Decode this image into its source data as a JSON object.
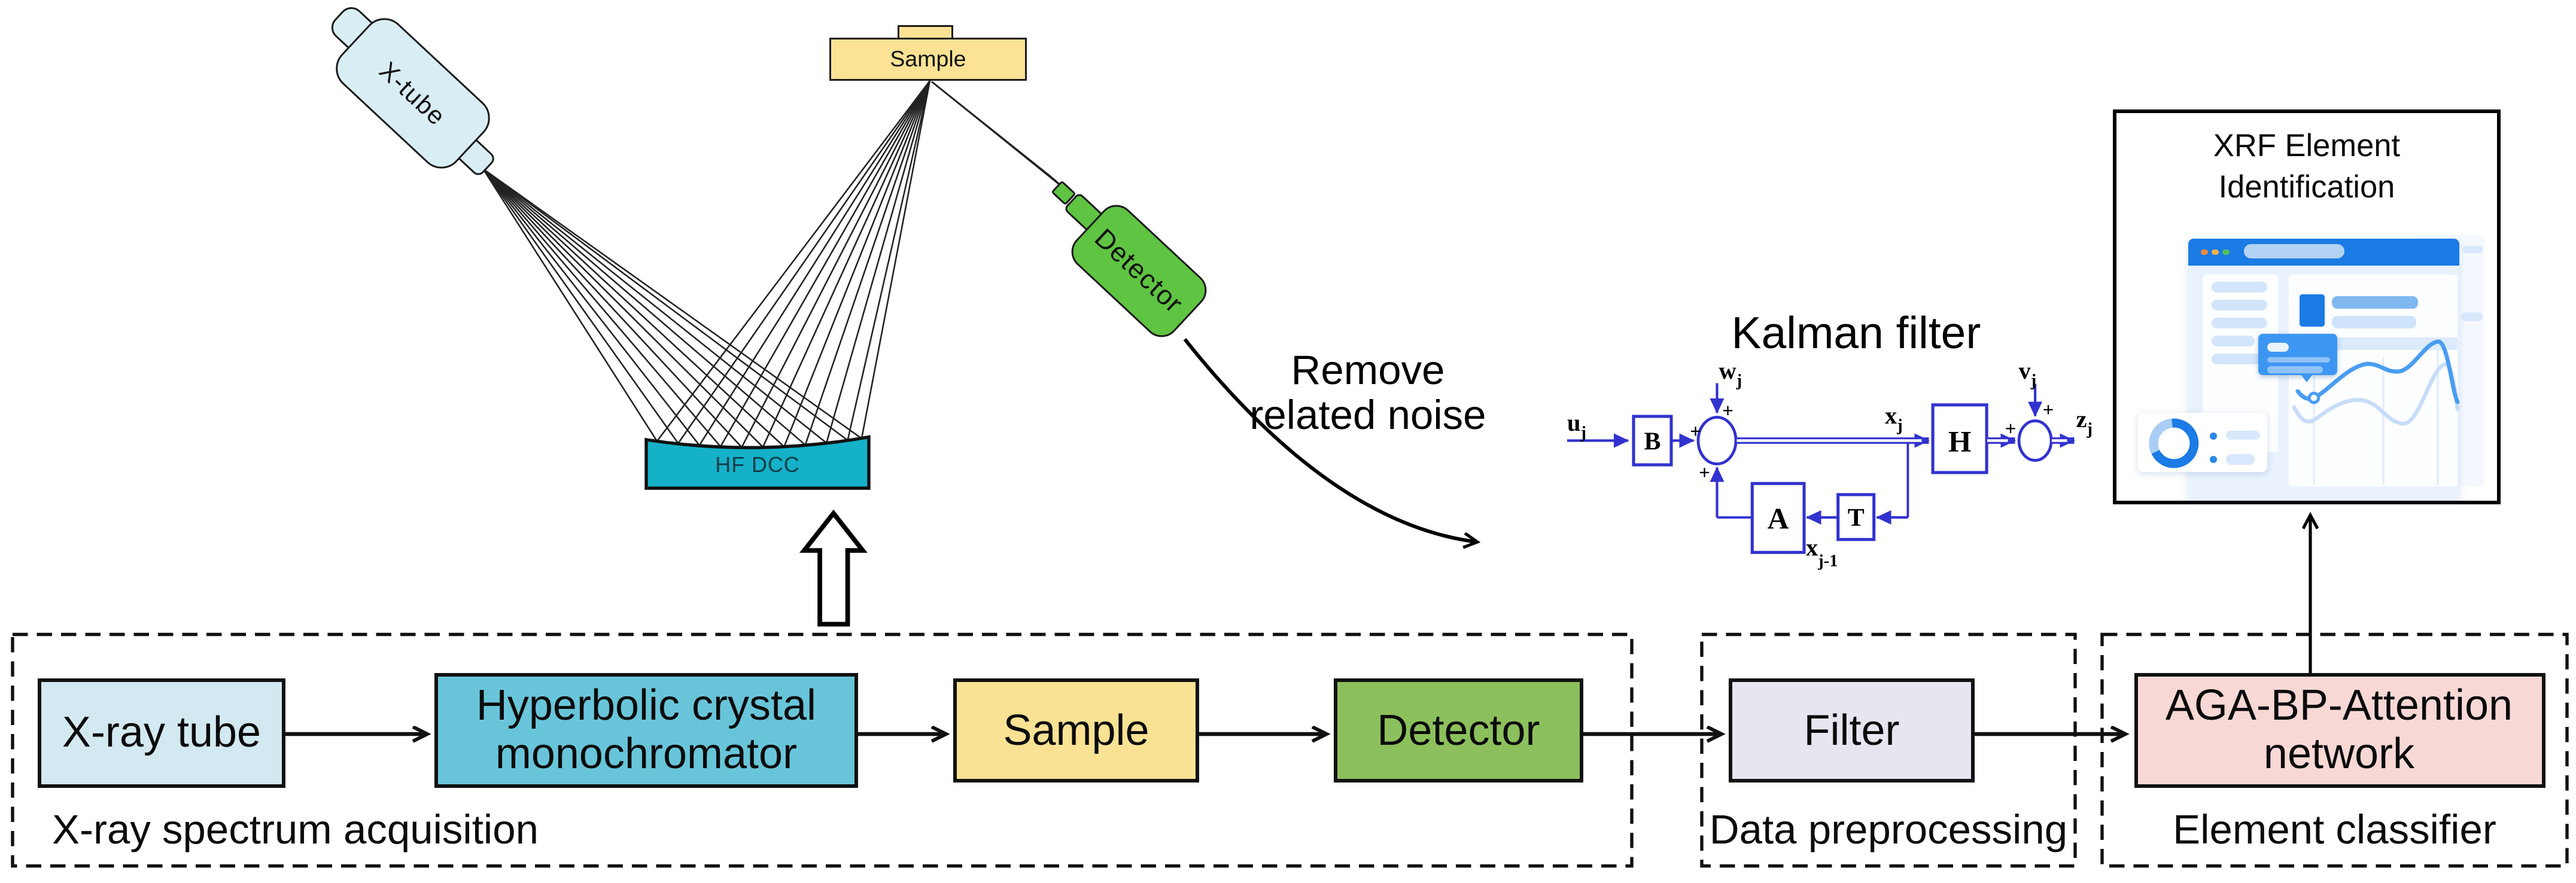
{
  "apparatus": {
    "xray_tube_label": "X-tube",
    "sample_label": "Sample",
    "detector_label": "Detector",
    "monochromator_label": "HF DCC"
  },
  "annotations": {
    "remove_noise_line1": "Remove",
    "remove_noise_line2": "related noise",
    "kalman_filter_title": "Kalman filter"
  },
  "kalman": {
    "input_u": "u",
    "noise_w": "w",
    "state_x": "x",
    "noise_v": "v",
    "output_z": "z",
    "sub_j": "j",
    "sub_j_minus_1": "j-1",
    "block_b": "B",
    "block_a": "A",
    "block_t": "T",
    "block_h": "H",
    "plus": "+"
  },
  "xrf_panel": {
    "title_line1": "XRF Element",
    "title_line2": "Identification"
  },
  "flowchart": {
    "stage1": {
      "label": "X-ray spectrum acquisition",
      "box1": "X-ray tube",
      "box2_line1": "Hyperbolic crystal",
      "box2_line2": "monochromator",
      "box3": "Sample",
      "box4": "Detector"
    },
    "stage2": {
      "label": "Data preprocessing",
      "box1": "Filter"
    },
    "stage3": {
      "label": "Element classifier",
      "box1_line1": "AGA-BP-Attention",
      "box1_line2": "network"
    }
  },
  "colors": {
    "xtube_fill": "#d8eef4",
    "dcc_fill": "#14b1c9",
    "sample_fill": "#fbe294",
    "detector3d_fill": "#5ec441",
    "flow_xray_tube_fill": "#d3e9f1",
    "flow_monochromator_fill": "#68c5d9",
    "flow_sample_fill": "#fae294",
    "flow_detector_fill": "#8cc05c",
    "flow_filter_fill": "#e8e4f0",
    "flow_aga_fill": "#f8d8d5",
    "kalman_blue": "#3232cf",
    "ui_blue_strong": "#1b7be4",
    "ui_blue_mid": "#7fb8f0",
    "ui_blue_light": "#cfe3fa",
    "ui_wave_blue": "#4a9df2"
  }
}
